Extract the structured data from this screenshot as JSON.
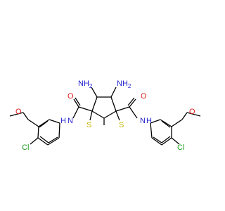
{
  "structure": {
    "colors": {
      "bond": "#000000",
      "nitrogen": "#1f1fd0",
      "oxygen": "#e02020",
      "sulfur": "#c8b400",
      "chlorine": "#20a020"
    },
    "atom_labels": {
      "nh2_left": "NH",
      "nh2_left_sub": "2",
      "nh2_right": "NH",
      "nh2_right_sub": "2",
      "o_carbonyl_left": "O",
      "o_carbonyl_right": "O",
      "nh_left": "N",
      "nh_left_h": "H",
      "nh_right": "N",
      "nh_right_h": "H",
      "s_left": "S",
      "s_right": "S",
      "o_methoxy_left": "O",
      "o_methoxy_right": "O",
      "cl_left": "Cl",
      "cl_right": "Cl"
    }
  }
}
